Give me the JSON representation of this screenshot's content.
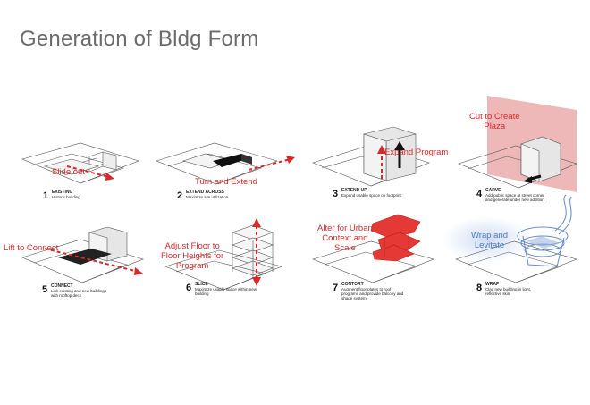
{
  "page": {
    "title": "Generation of Bldg Form"
  },
  "colors": {
    "accent_red": "#d62a2a",
    "wrap_blue": "#4a78c0",
    "line_gray": "#555555"
  },
  "steps": [
    {
      "number": "1",
      "heading": "EXISTING",
      "caption": "Historic building",
      "label_lines": [
        "Slide out"
      ],
      "label_color": "red"
    },
    {
      "number": "2",
      "heading": "EXTEND ACROSS",
      "caption": "Maximize site utilization",
      "label_lines": [
        "Turn and Extend"
      ],
      "label_color": "red"
    },
    {
      "number": "3",
      "heading": "EXTEND UP",
      "caption": "Expand usable space on footprint",
      "label_lines": [
        "Expand Program"
      ],
      "label_color": "red"
    },
    {
      "number": "4",
      "heading": "CARVE",
      "caption": "Add public space at street corner and generate under new addition",
      "label_lines": [
        "Cut to Create",
        "Plaza"
      ],
      "label_color": "red"
    },
    {
      "number": "5",
      "heading": "CONNECT",
      "caption": "Link existing and new buildings with rooftop deck",
      "label_lines": [
        "Lift to Connect"
      ],
      "label_color": "red"
    },
    {
      "number": "6",
      "heading": "SLICE",
      "caption": "Maximize usable space within new building",
      "label_lines": [
        "Adjust Floor to",
        "Floor Heights for",
        "Program"
      ],
      "label_color": "red"
    },
    {
      "number": "7",
      "heading": "CONTORT",
      "caption": "Augment floor plates to roof programs and provide balcony and shade system",
      "label_lines": [
        "Alter for Urban",
        "Context and",
        "Scale"
      ],
      "label_color": "red"
    },
    {
      "number": "8",
      "heading": "WRAP",
      "caption": "Clad new building in light, reflective skin",
      "label_lines": [
        "Wrap and",
        "Levitate"
      ],
      "label_color": "blue"
    }
  ]
}
